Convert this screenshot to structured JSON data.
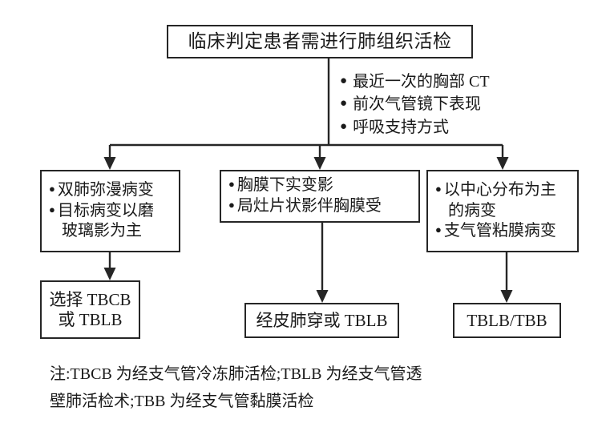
{
  "diagram": {
    "title_box": {
      "text": "临床判定患者需进行肺组织活检"
    },
    "criteria": {
      "bullet_glyph": "●",
      "items": [
        "最近一次的胸部 CT",
        "前次气管镜下表现",
        "呼吸支持方式"
      ]
    },
    "conditions": [
      {
        "id": "cond-1",
        "bullet_glyph": "●",
        "lines": [
          {
            "type": "bullet",
            "text": "双肺弥漫病变"
          },
          {
            "type": "bullet",
            "text": "目标病变以磨"
          },
          {
            "type": "cont",
            "text": "玻璃影为主"
          }
        ]
      },
      {
        "id": "cond-2",
        "bullet_glyph": "●",
        "lines": [
          {
            "type": "bullet",
            "text": "胸膜下实变影"
          },
          {
            "type": "bullet",
            "text": "局灶片状影伴胸膜受"
          }
        ]
      },
      {
        "id": "cond-3",
        "bullet_glyph": "●",
        "lines": [
          {
            "type": "bullet",
            "text": "以中心分布为主"
          },
          {
            "type": "cont",
            "text": "的病变"
          },
          {
            "type": "bullet",
            "text": "支气管粘膜病变"
          }
        ]
      }
    ],
    "outcomes": [
      {
        "id": "out-1",
        "lines": [
          "选择 TBCB",
          "或 TBLB"
        ]
      },
      {
        "id": "out-2",
        "lines": [
          "经皮肺穿或 TBLB"
        ]
      },
      {
        "id": "out-3",
        "lines": [
          "TBLB/TBB"
        ]
      }
    ],
    "footnote": {
      "line1": "注:TBCB 为经支气管冷冻肺活检;TBLB 为经支气管透",
      "line2": "壁肺活检术;TBB 为经支气管黏膜活检"
    },
    "colors": {
      "stroke": "#262626",
      "text": "#1a1a1a",
      "background": "#ffffff"
    }
  }
}
